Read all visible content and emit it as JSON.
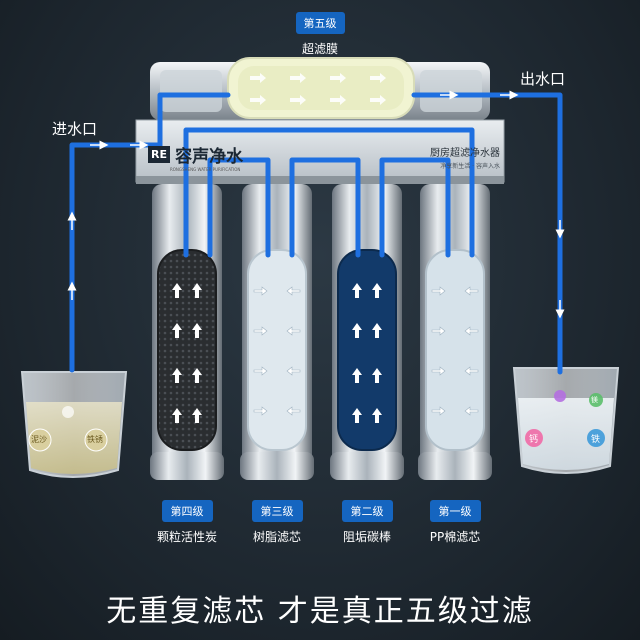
{
  "top_stage": {
    "tag": "第五级",
    "name": "超滤膜"
  },
  "inlet_label": "进水口",
  "outlet_label": "出水口",
  "brand": {
    "logo": "RE",
    "name": "容声净水",
    "sub": "RONGSHENG WATER PURIFICATION"
  },
  "product": {
    "name": "厨房超滤净水器",
    "slogan": "净享新生活 · 容声入水"
  },
  "stages": [
    {
      "tag": "第四级",
      "name": "颗粒活性炭"
    },
    {
      "tag": "第三级",
      "name": "树脂滤芯"
    },
    {
      "tag": "第二级",
      "name": "阻垢碳棒"
    },
    {
      "tag": "第一级",
      "name": "PP棉滤芯"
    }
  ],
  "left_glass": {
    "labels": [
      "泥沙",
      "铁锈"
    ]
  },
  "right_glass": {
    "labels": [
      "铁",
      "钙",
      "镁"
    ]
  },
  "slogan": "无重复滤芯 才是真正五级过滤",
  "colors": {
    "pipe": "#1e6fe0",
    "pipe_dark": "#0d47a1",
    "tag": "#1565c0"
  }
}
